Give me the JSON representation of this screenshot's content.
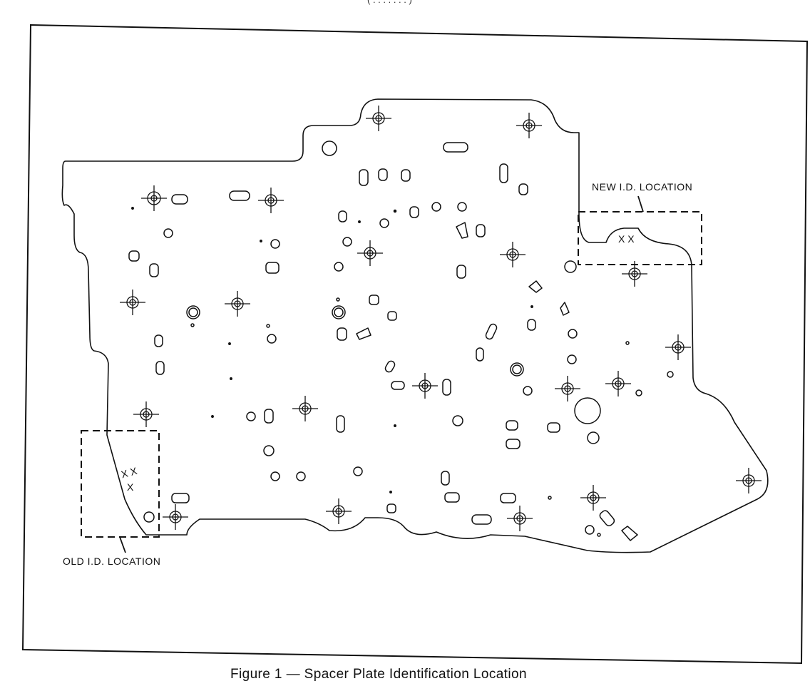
{
  "header_fragment": "( . . .   . . . . )",
  "labels": {
    "new_id_location": "NEW I.D. LOCATION",
    "old_id_location": "OLD I.D. LOCATION",
    "new_marks": "X X",
    "old_marks_1": "X X",
    "old_marks_2": "X"
  },
  "caption": "Figure 1 — Spacer Plate Identification Location",
  "colors": {
    "ink": "#111111",
    "paper": "#ffffff"
  }
}
